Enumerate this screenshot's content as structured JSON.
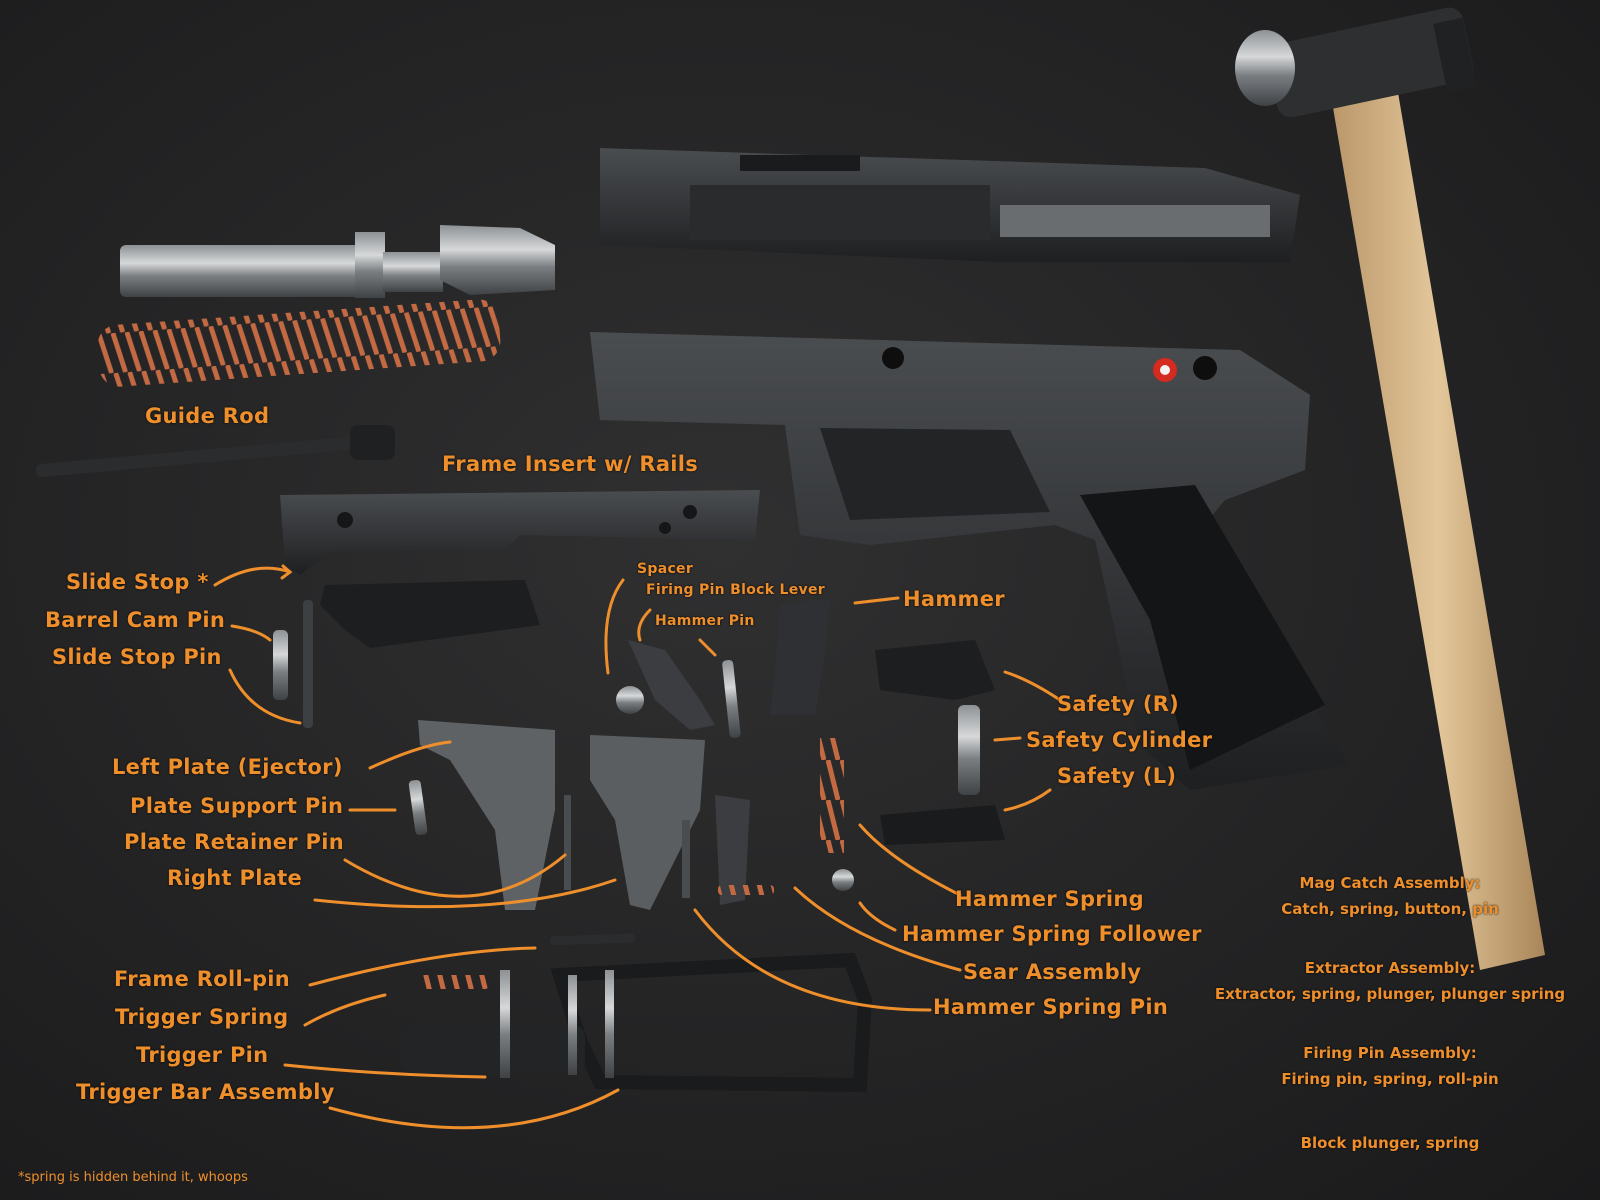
{
  "labels": {
    "guide_rod": "Guide Rod",
    "frame_insert": "Frame Insert w/ Rails",
    "slide_stop": "Slide Stop *",
    "barrel_cam_pin": "Barrel Cam Pin",
    "slide_stop_pin": "Slide Stop Pin",
    "spacer": "Spacer",
    "firing_pin_block_lever": "Firing Pin Block Lever",
    "hammer_pin": "Hammer Pin",
    "hammer": "Hammer",
    "safety_r": "Safety (R)",
    "safety_cylinder": "Safety Cylinder",
    "safety_l": "Safety (L)",
    "left_plate": "Left Plate (Ejector)",
    "plate_support_pin": "Plate Support Pin",
    "plate_retainer_pin": "Plate Retainer Pin",
    "right_plate": "Right Plate",
    "hammer_spring": "Hammer Spring",
    "hammer_spring_follower": "Hammer Spring Follower",
    "sear_assembly": "Sear Assembly",
    "hammer_spring_pin": "Hammer Spring Pin",
    "frame_roll_pin": "Frame Roll-pin",
    "trigger_spring": "Trigger Spring",
    "trigger_pin": "Trigger Pin",
    "trigger_bar_assembly": "Trigger Bar Assembly"
  },
  "notes": {
    "mag_catch_title": "Mag Catch Assembly:",
    "mag_catch_body": "Catch, spring, button, pin",
    "extractor_title": "Extractor Assembly:",
    "extractor_body": "Extractor, spring, plunger, plunger spring",
    "firing_pin_title": "Firing Pin Assembly:",
    "firing_pin_body": "Firing pin, spring, roll-pin",
    "block_plunger": "Block plunger, spring"
  },
  "footnote": "*spring is hidden behind it, whoops",
  "colors": {
    "annotation": "#ef8f2c",
    "background": "#262627",
    "metal": "#3a3c3f",
    "spring": "#b9643f",
    "handle": "#d8b989"
  }
}
